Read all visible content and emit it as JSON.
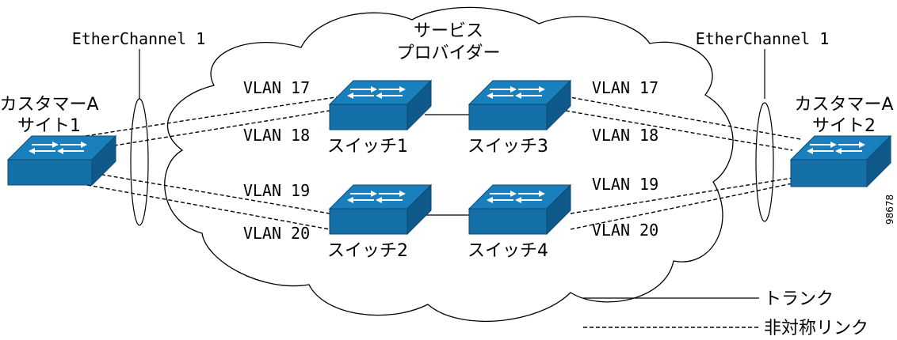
{
  "cloud_label": [
    "サービス",
    "プロバイダー"
  ],
  "etherchannel_left": "EtherChannel 1",
  "etherchannel_right": "EtherChannel 1",
  "site_left": {
    "line1": "カスタマーA",
    "line2": "サイト1"
  },
  "site_right": {
    "line1": "カスタマーA",
    "line2": "サイト2"
  },
  "switches": {
    "sw1": "スイッチ1",
    "sw2": "スイッチ2",
    "sw3": "スイッチ3",
    "sw4": "スイッチ4"
  },
  "vlan_left": [
    "VLAN 17",
    "VLAN 18",
    "VLAN 19",
    "VLAN 20"
  ],
  "vlan_right": [
    "VLAN 17",
    "VLAN 18",
    "VLAN 19",
    "VLAN 20"
  ],
  "legend": {
    "trunk": "トランク",
    "asym": "非対称リンク"
  },
  "figure_id": "98678",
  "colors": {
    "switch_top": "#1a7fbd",
    "switch_front": "#1670a8",
    "switch_side": "#0f5a8a",
    "arrow": "#ffffff"
  }
}
